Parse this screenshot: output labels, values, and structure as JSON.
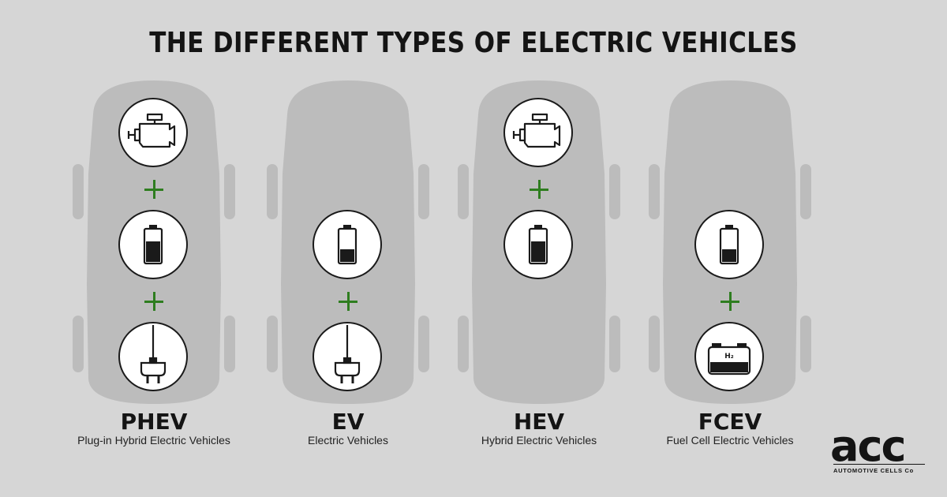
{
  "title": "THE DIFFERENT TYPES OF ELECTRIC VEHICLES",
  "colors": {
    "background": "#d6d6d6",
    "car_silhouette": "#bcbcbc",
    "plus_sign": "#2e7d1f",
    "icon_stroke": "#1a1a1a"
  },
  "vehicles": [
    {
      "abbr": "PHEV",
      "name": "Plug-in Hybrid Electric Vehicles",
      "components": [
        "engine-icon",
        "battery-icon",
        "plug-icon"
      ]
    },
    {
      "abbr": "EV",
      "name": "Electric Vehicles",
      "components": [
        "battery-icon",
        "plug-icon"
      ]
    },
    {
      "abbr": "HEV",
      "name": "Hybrid Electric Vehicles",
      "components": [
        "engine-icon",
        "battery-icon"
      ]
    },
    {
      "abbr": "FCEV",
      "name": "Fuel Cell Electric Vehicles",
      "components": [
        "battery-icon",
        "hydrogen-tank-icon"
      ],
      "hydrogen_label": "H₂"
    }
  ],
  "logo": {
    "wordmark": "acc",
    "tagline": "AUTOMOTIVE CELLS Co"
  }
}
